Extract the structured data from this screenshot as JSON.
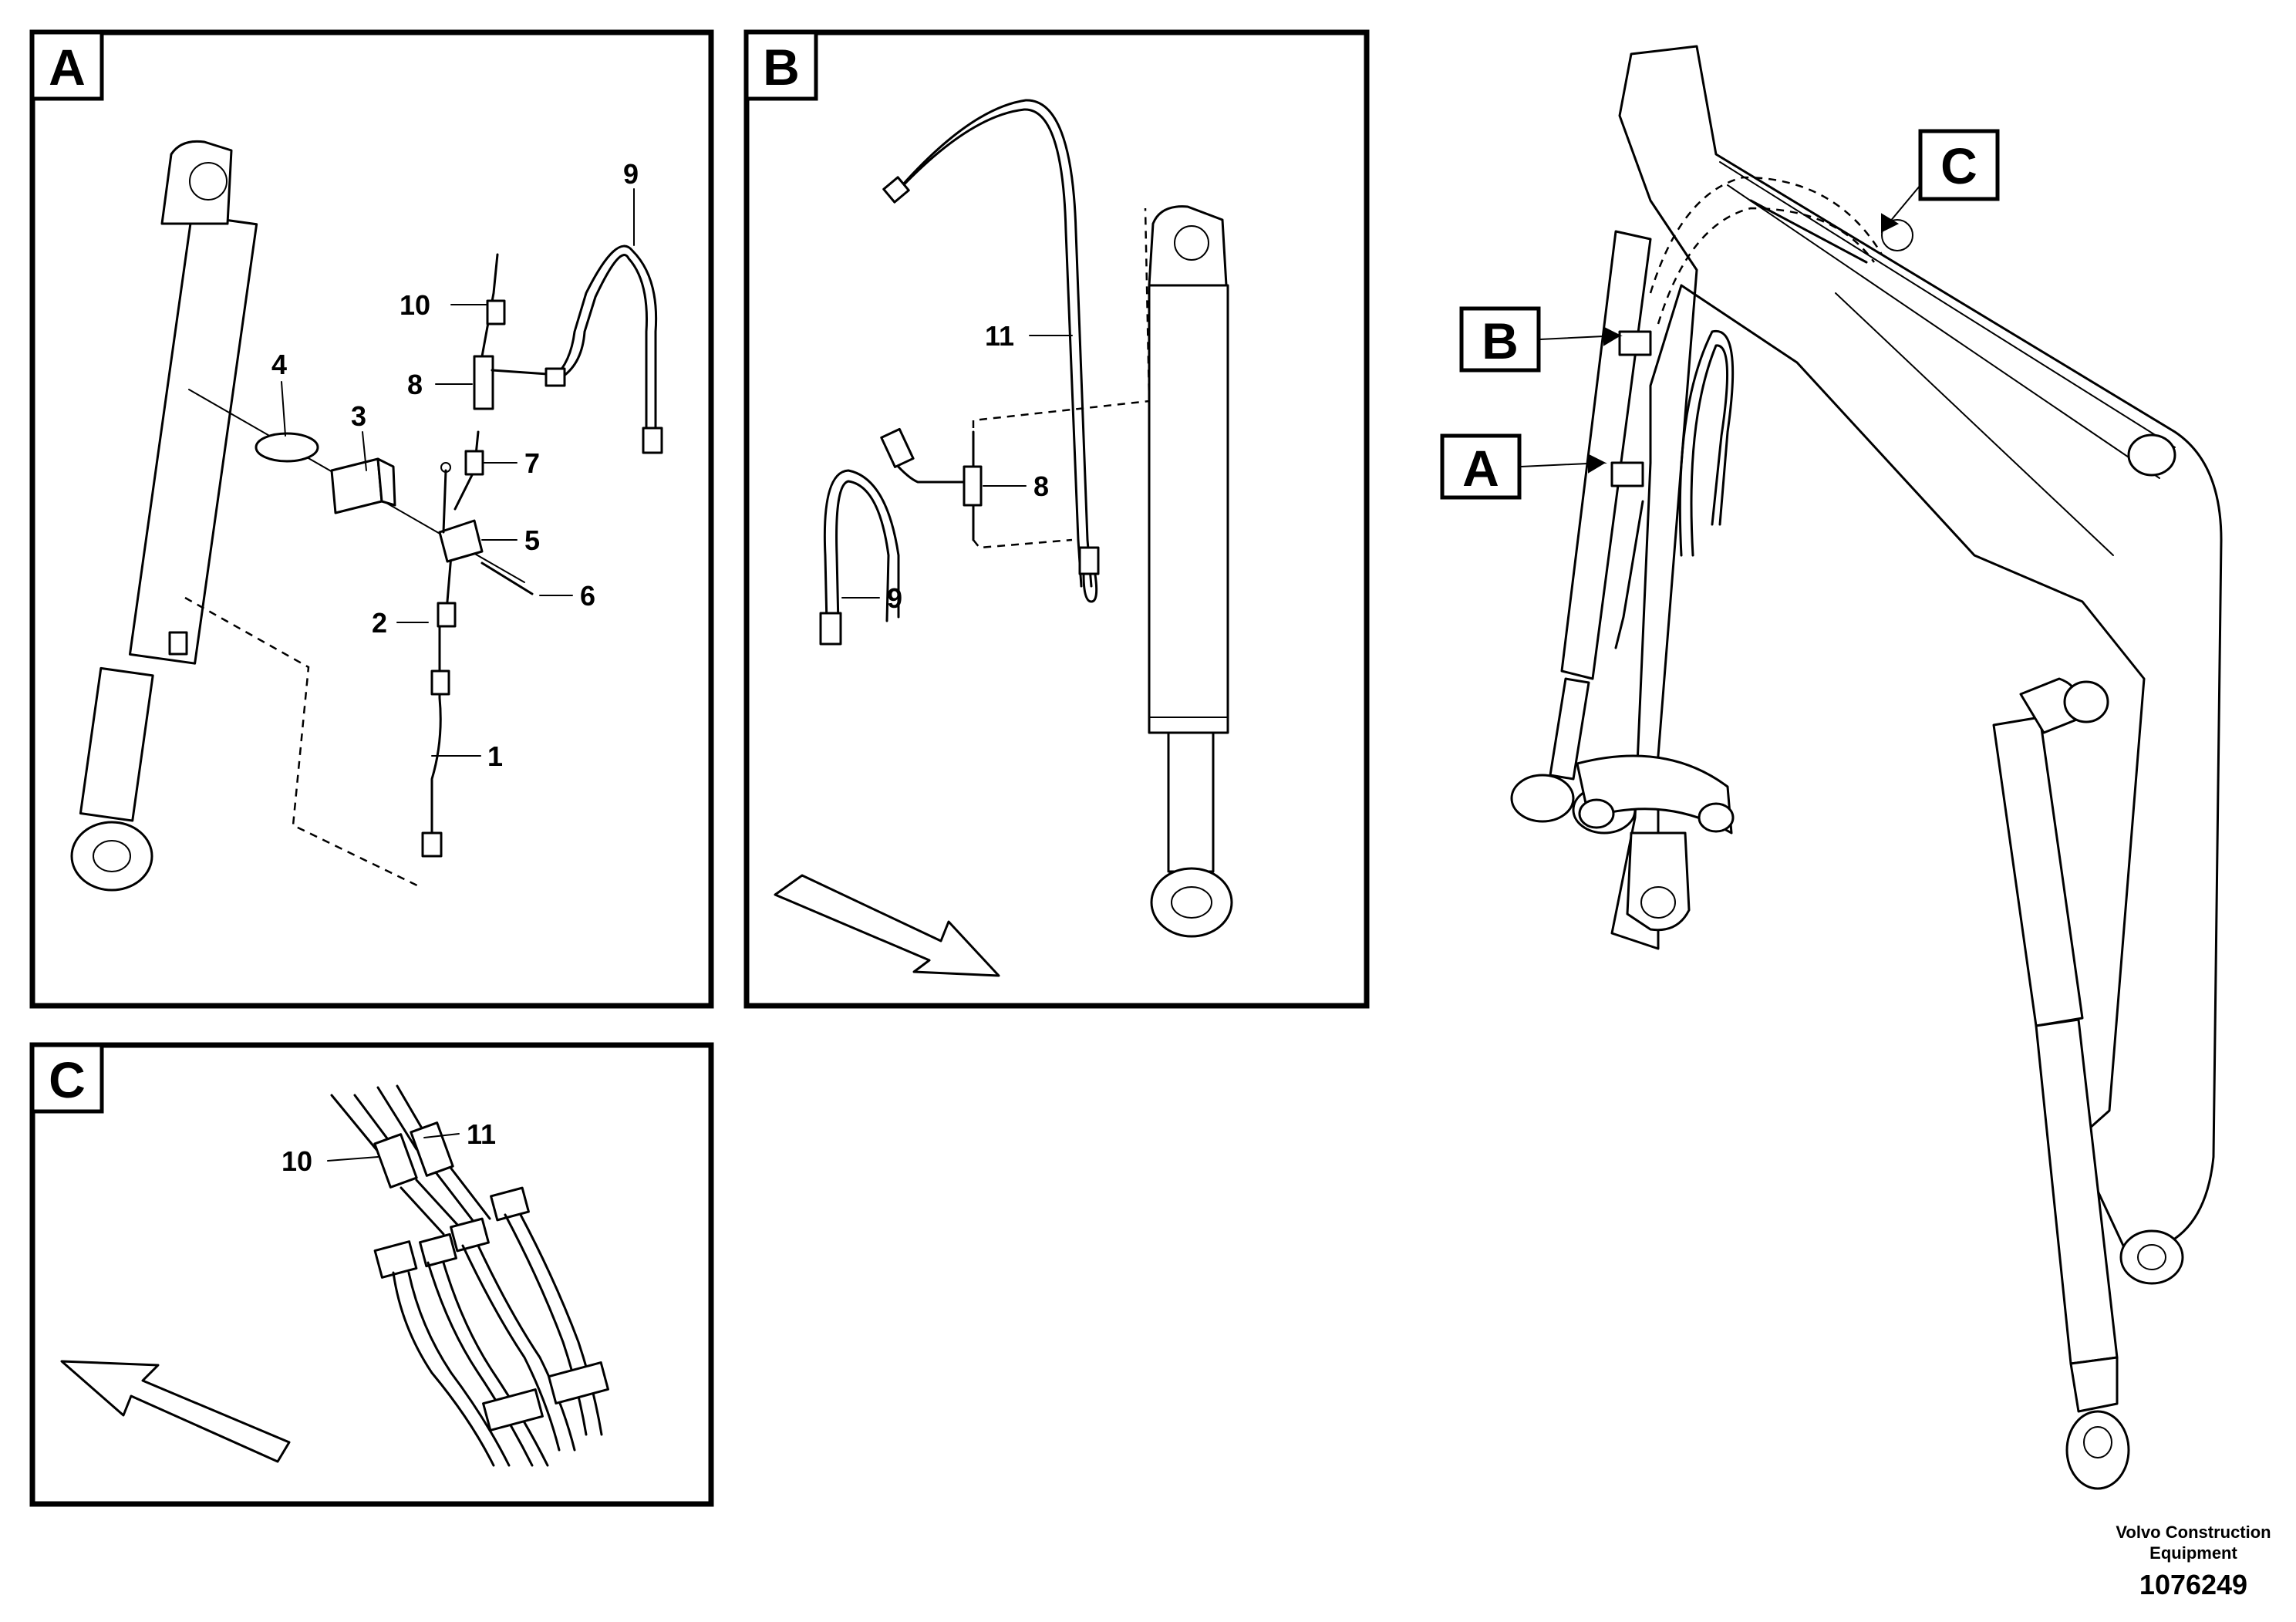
{
  "views": {
    "a": {
      "label": "A"
    },
    "b": {
      "label": "B"
    },
    "c": {
      "label": "C"
    }
  },
  "callouts": {
    "a": {
      "p1": "1",
      "p2": "2",
      "p3": "3",
      "p4": "4",
      "p5": "5",
      "p6": "6",
      "p7": "7",
      "p8": "8",
      "p9": "9",
      "p10": "10"
    },
    "b": {
      "p8": "8",
      "p9": "9",
      "p11": "11"
    },
    "c": {
      "p10": "10",
      "p11": "11"
    }
  },
  "overview_tags": {
    "a": "A",
    "b": "B",
    "c": "C"
  },
  "footer": {
    "line1": "Volvo Construction",
    "line2": "Equipment",
    "doc_number": "1076249"
  }
}
